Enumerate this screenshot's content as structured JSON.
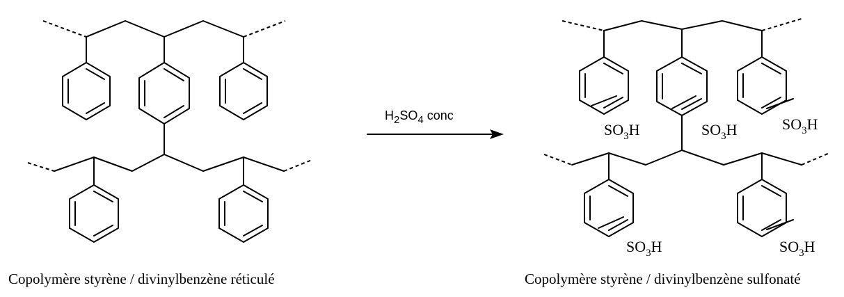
{
  "reactant": {
    "caption": "Copolymère styrène / divinylbenzène réticulé"
  },
  "reaction": {
    "reagent": "H2SO4 conc",
    "reagent_parts": {
      "h": "H",
      "sub1": "2",
      "so": "SO",
      "sub2": "4",
      "rest": " conc"
    }
  },
  "product": {
    "caption": "Copolymère styrène / divinylbenzène sulfonaté",
    "substituent": "SO3H",
    "substituent_parts": {
      "so": "SO",
      "sub": "3",
      "h": "H"
    }
  }
}
